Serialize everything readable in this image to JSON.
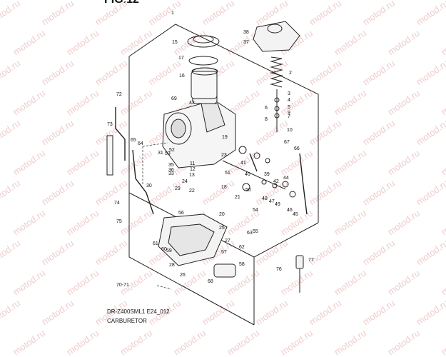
{
  "header": {
    "figure_label": "FIG.12"
  },
  "footer": {
    "model_code": "DR-Z400SML1 E24_012",
    "caption": "CARBURETOR"
  },
  "watermark_text": "motod.ru",
  "colors": {
    "line": "#222222",
    "watermark": "#e8b9b9"
  },
  "callouts": [
    "1",
    "2",
    "3",
    "4",
    "5",
    "6",
    "7",
    "8",
    "9",
    "10",
    "11",
    "12",
    "13",
    "15",
    "16",
    "17",
    "18",
    "19",
    "20",
    "21",
    "22",
    "23",
    "24",
    "25",
    "26",
    "27",
    "28",
    "29",
    "30",
    "31",
    "33",
    "35",
    "36",
    "37",
    "38",
    "39",
    "40",
    "41",
    "42",
    "43",
    "44",
    "45",
    "46",
    "47",
    "48",
    "49",
    "50",
    "51",
    "52",
    "53",
    "54",
    "55",
    "56",
    "57",
    "58",
    "59",
    "60",
    "61",
    "62",
    "63",
    "64",
    "65",
    "66",
    "67",
    "68",
    "69",
    "72",
    "73",
    "74",
    "75",
    "76",
    "77",
    "70-71"
  ]
}
